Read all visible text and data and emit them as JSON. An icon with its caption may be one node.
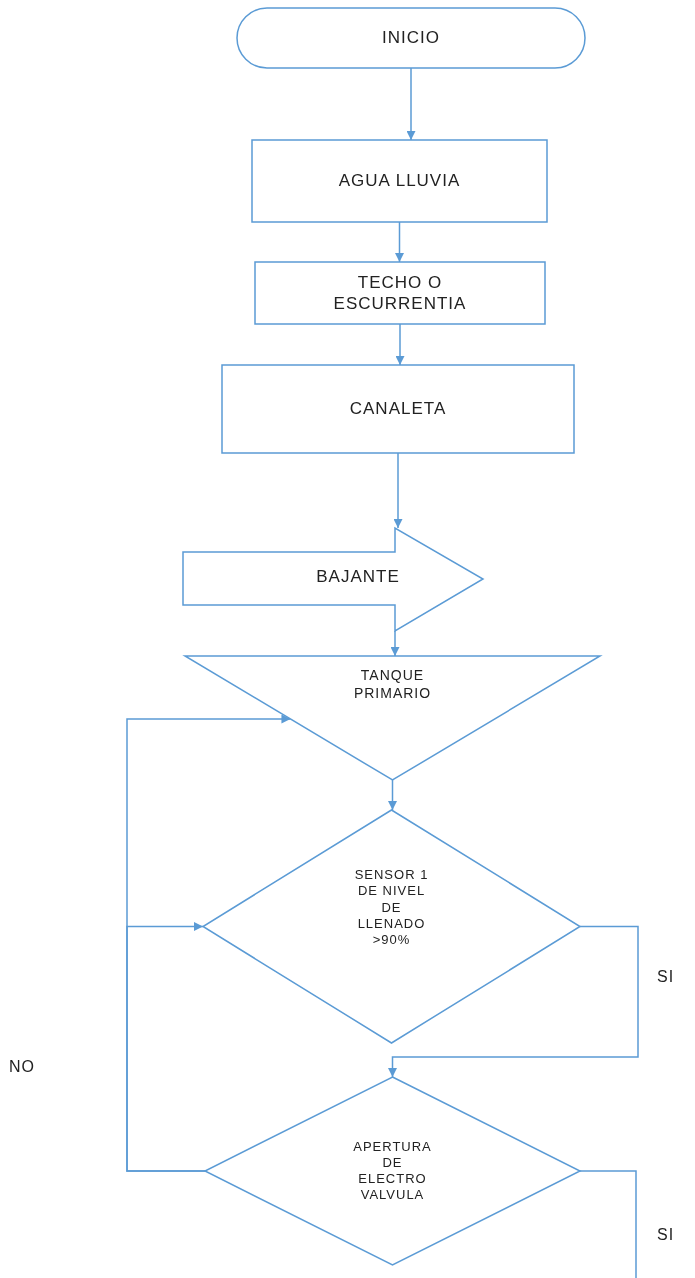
{
  "diagram": {
    "nodes": [
      {
        "text": [
          "INICIO"
        ]
      },
      {
        "text": [
          "AGUA LLUVIA"
        ]
      },
      {
        "text": [
          "TECHO O ESCURRENTIA"
        ]
      },
      {
        "text": [
          "CANALETA"
        ]
      },
      {
        "text": [
          "BAJANTE"
        ]
      },
      {
        "text": [
          "TANQUE PRIMARIO"
        ]
      },
      {
        "text": [
          "SENSOR 1 DE NIVEL DE LLENADO >90%"
        ]
      },
      {
        "text": [
          "APERTURA DE ELECTRO VALVULA"
        ]
      }
    ],
    "edges": [
      {
        "from": 0,
        "to": 1,
        "arrow": "to"
      },
      {
        "from": 1,
        "to": 2,
        "arrow": "to"
      },
      {
        "from": 2,
        "to": 3,
        "arrow": "to"
      },
      {
        "from": 3,
        "to": 4,
        "arrow": "to"
      },
      {
        "from": 4,
        "to": 5,
        "arrow": "to"
      },
      {
        "from": 5,
        "to": 6,
        "arrow": "to"
      },
      {
        "from": 6,
        "to": 7,
        "arrow": "to",
        "label": "SI"
      },
      {
        "from": 7,
        "to": 5,
        "arrow": "to"
      },
      {
        "from": 7,
        "to": 6,
        "arrow": "to"
      },
      {
        "from": 7,
        "to": null,
        "arrow": "none",
        "label": "SI"
      }
    ],
    "labels": [
      "NO"
    ]
  }
}
